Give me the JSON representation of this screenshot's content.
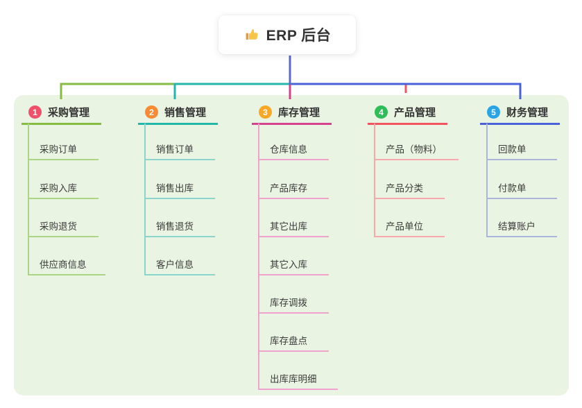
{
  "root": {
    "label": "ERP 后台",
    "icon": "thumbs-up"
  },
  "colors": {
    "background": "#ffffff",
    "panel": "#e9f4e2",
    "root_line": "#5b68c5",
    "title_text": "#333333",
    "child_text": "#3c3c3c",
    "thumb_yellow": "#f7c648",
    "thumb_cuff": "#e89b3c"
  },
  "branches": [
    {
      "badge": "1",
      "label": "采购管理",
      "color": "#84bb40",
      "child_color": "#a9d585",
      "badge_color": "#f0506a",
      "children": [
        "采购订单",
        "采购入库",
        "采购退货",
        "供应商信息"
      ]
    },
    {
      "badge": "2",
      "label": "销售管理",
      "color": "#23b7a9",
      "child_color": "#8ad5cb",
      "badge_color": "#f98a34",
      "children": [
        "销售订单",
        "销售出库",
        "销售退货",
        "客户信息"
      ]
    },
    {
      "badge": "3",
      "label": "库存管理",
      "color": "#d6418f",
      "child_color": "#f0a2ce",
      "badge_color": "#f9a825",
      "children": [
        "仓库信息",
        "产品库存",
        "其它出库",
        "其它入库",
        "库存调拨",
        "库存盘点",
        "出库库明细"
      ]
    },
    {
      "badge": "4",
      "label": "产品管理",
      "color": "#f2545f",
      "child_color": "#f8a8ac",
      "badge_color": "#2ebd57",
      "children": [
        "产品（物料）",
        "产品分类",
        "产品单位"
      ]
    },
    {
      "badge": "5",
      "label": "财务管理",
      "color": "#4a62d8",
      "child_color": "#a9b5dd",
      "badge_color": "#29a5e6",
      "children": [
        "回款单",
        "付款单",
        "结算账户"
      ]
    }
  ]
}
